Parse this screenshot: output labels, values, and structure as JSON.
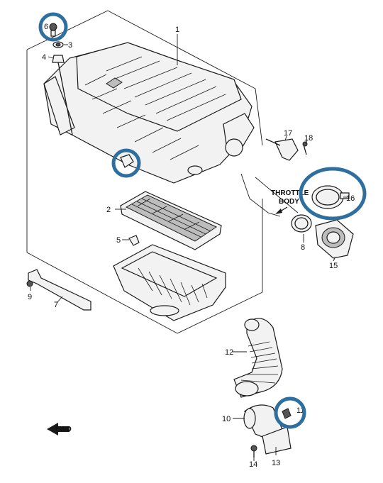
{
  "callouts": {
    "n1": "1",
    "n2": "2",
    "n3": "3",
    "n4": "4",
    "n5": "5",
    "n6": "6",
    "n7": "7",
    "n8": "8",
    "n9": "9",
    "n10": "10",
    "n11": "11",
    "n12": "12",
    "n13": "13",
    "n14": "14",
    "n15": "15",
    "n16": "16",
    "n17": "17",
    "n18": "18"
  },
  "labels": {
    "throttle_line1": "THROTTLE",
    "throttle_line2": "BODY",
    "front": "FWD"
  },
  "colors": {
    "highlight_ring": "#2f6f9f",
    "line": "#1a1a1a"
  }
}
